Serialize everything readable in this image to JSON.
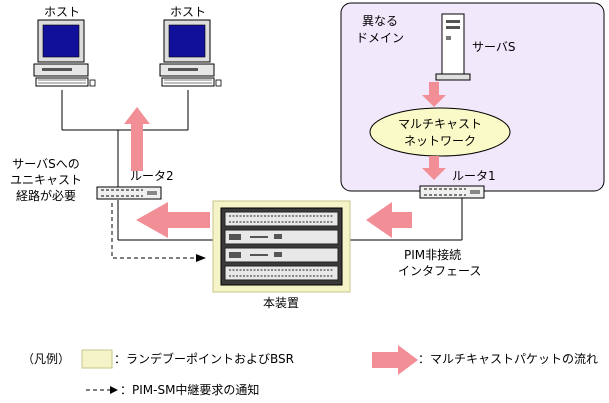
{
  "labels": {
    "host_left": "ホスト",
    "host_right": "ホスト",
    "other_domain_line1": "異なる",
    "other_domain_line2": "ドメイン",
    "server_s": "サーバS",
    "multicast_network_line1": "マルチキャスト",
    "multicast_network_line2": "ネットワーク",
    "router1": "ルータ1",
    "router2": "ルータ2",
    "unicast_route_line1": "サーバSへの",
    "unicast_route_line2": "ユニキャスト",
    "unicast_route_line3": "経路が必要",
    "pim_non_connected_line1": "PIM非接続",
    "pim_non_connected_line2": "インタフェース",
    "this_device": "本装置"
  },
  "legend": {
    "title": "（凡例）",
    "rp_bsr": "：ランデブーポイントおよびBSR",
    "multicast_flow": "：マルチキャストパケットの流れ",
    "pim_sm_notice": "：PIM-SM中継要求の通知"
  },
  "colors": {
    "domain_fill": "#f2e8fb",
    "rp_fill": "#f5f3c8",
    "rp_stroke": "#c8c48a",
    "cloud_fill": "#fafac8",
    "arrow": "#f28f96"
  }
}
